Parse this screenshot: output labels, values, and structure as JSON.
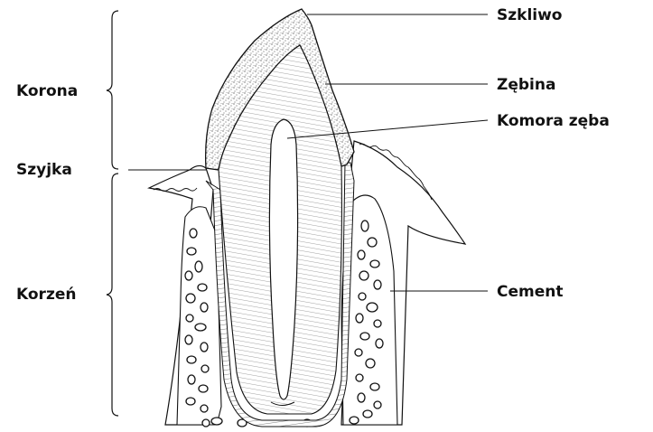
{
  "labels": {
    "left": {
      "crown": "Korona",
      "neck": "Szyjka",
      "root": "Korzeń"
    },
    "right": {
      "enamel": "Szkliwo",
      "dentin": "Zębina",
      "pulp_chamber": "Komora zęba",
      "cementum": "Cement"
    }
  },
  "colors": {
    "ink": "#111111",
    "background": "#ffffff"
  }
}
